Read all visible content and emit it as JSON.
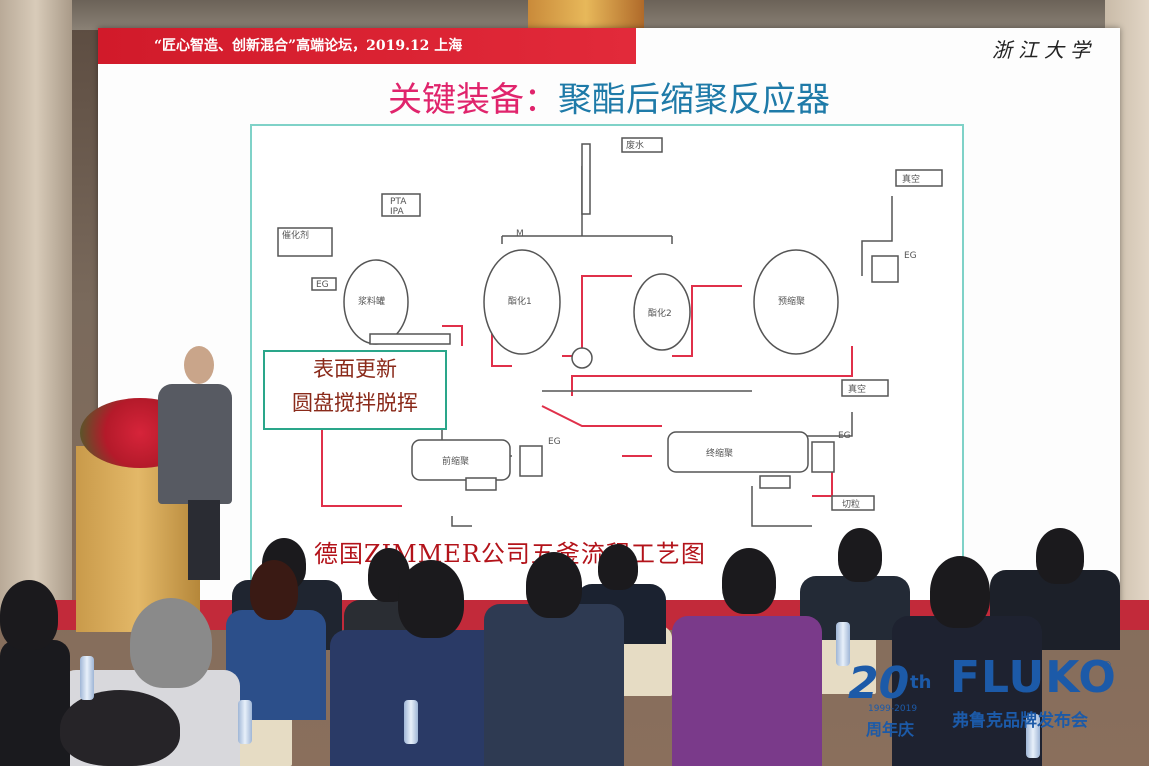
{
  "slide": {
    "banner": "“匠心智造、创新混合”高端论坛，2019.12 上海",
    "university_logo": "浙江大学",
    "title_prefix": "关键装备：",
    "title_main": "聚酯后缩聚反应器",
    "callout_line1": "表面更新",
    "callout_line2": "圆盘搅拌脱挥",
    "caption": "德国ZIMMER公司五釜流程工艺图",
    "diagram_labels": {
      "wastewater": "废水",
      "pta": "PTA",
      "ipa": "IPA",
      "catalyst": "催化剂",
      "eg_small": "EG",
      "vessel_1": "浆料罐",
      "vessel_2": "酯化1",
      "vessel_3": "酯化2",
      "vessel_4": "预缩聚",
      "vessel_5": "前缩聚",
      "vessel_6": "终缩聚",
      "vacuum_1": "真空",
      "vacuum_2": "真空",
      "eg_1": "EG",
      "eg_2": "EG",
      "eg_3": "EG",
      "pellet": "切粒",
      "m": "M"
    }
  },
  "brand": {
    "number": "20",
    "suffix": "th",
    "years": "1999-2019",
    "anniversary": "周年庆",
    "name": "FLUKO",
    "registered": "®",
    "subtitle": "弗鲁克品牌发布会"
  },
  "colors": {
    "banner_red": "#d11a2a",
    "title_pink": "#e0246c",
    "title_blue": "#1e7aa8",
    "diagram_line": "#e0304a",
    "brand_blue": "#1c5aa8"
  }
}
